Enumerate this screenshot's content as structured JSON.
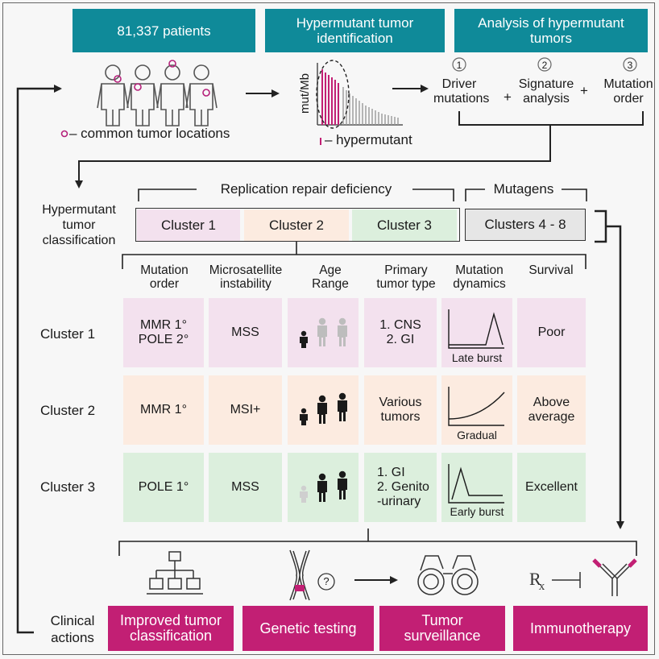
{
  "top": {
    "patients": "81,337 patients",
    "identification": "Hypermutant tumor identification",
    "analysis": "Analysis of hypermutant tumors"
  },
  "legend": {
    "tumor_locations": "– common tumor locations",
    "hypermutant": "– hypermutant",
    "y_axis": "mut/Mb"
  },
  "steps": [
    {
      "num": "1",
      "label": "Driver\nmutations"
    },
    {
      "num": "2",
      "label": "Signature\nanalysis"
    },
    {
      "num": "3",
      "label": "Mutation\norder"
    }
  ],
  "plus": "+",
  "classification": {
    "label": "Hypermutant\ntumor\nclassification",
    "replication_group": "Replication repair deficiency",
    "mutagens_group": "Mutagens",
    "clusters": [
      "Cluster 1",
      "Cluster 2",
      "Cluster 3"
    ],
    "mutagen_clusters": "Clusters 4 - 8"
  },
  "table": {
    "headers": [
      "Mutation\norder",
      "Microsatellite\ninstability",
      "Age\nRange",
      "Primary\ntumor type",
      "Mutation\ndynamics",
      "Survival"
    ],
    "rows": [
      {
        "label": "Cluster 1",
        "order": "MMR 1°\nPOLE 2°",
        "msi": "MSS",
        "tumor": "1. CNS\n2. GI",
        "dynamics": "Late burst",
        "survival": "Poor"
      },
      {
        "label": "Cluster 2",
        "order": "MMR 1°",
        "msi": "MSI+",
        "tumor": "Various\ntumors",
        "dynamics": "Gradual",
        "survival": "Above\naverage"
      },
      {
        "label": "Cluster 3",
        "order": "POLE 1°",
        "msi": "MSS",
        "tumor": "1. GI\n2. Genito\n-urinary",
        "dynamics": "Early burst",
        "survival": "Excellent"
      }
    ]
  },
  "clinical": {
    "label": "Clinical\nactions",
    "actions": [
      "Improved tumor classification",
      "Genetic testing",
      "Tumor surveillance",
      "Immunotherapy"
    ],
    "rx": "R",
    "rx_sub": "x",
    "question": "?"
  },
  "colors": {
    "teal": "#0f8a99",
    "magenta": "#c21f74",
    "cluster1": "#f3e1ee",
    "cluster2": "#fcebe0",
    "cluster3": "#dcefdd",
    "mutagens": "#e6e6e6"
  }
}
